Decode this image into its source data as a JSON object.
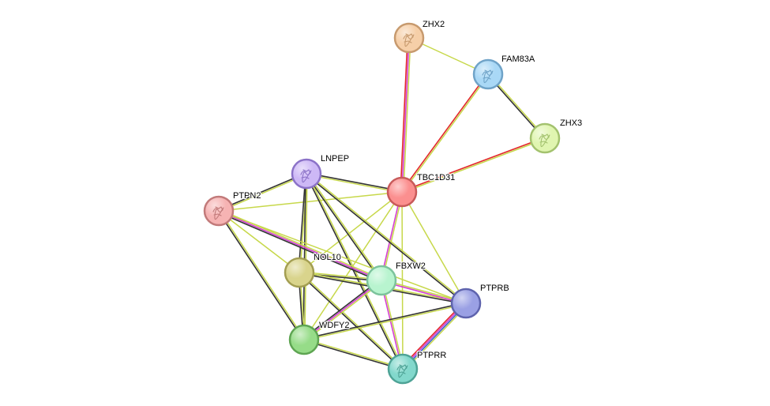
{
  "network": {
    "evidence_colors": {
      "textmining": "#c7d84a",
      "coexpression": "#333333",
      "experiments": "#d43fd4",
      "database": "#3a63c8",
      "fusion": "#e2282b",
      "neighborhood": "#2ea52e",
      "cooccurrence": "#4a6cd6"
    },
    "nodes": [
      {
        "id": "ZHX2",
        "label": "ZHX2",
        "color": "#f6cfa8",
        "border": "#c79a6e",
        "structure": true
      },
      {
        "id": "FAM83A",
        "label": "FAM83A",
        "color": "#a9d8f6",
        "border": "#6fa3c8",
        "structure": true
      },
      {
        "id": "ZHX3",
        "label": "ZHX3",
        "color": "#e0f5b0",
        "border": "#a3c26e",
        "structure": true
      },
      {
        "id": "TBC1D31",
        "label": "TBC1D31",
        "color": "#fb8f8f",
        "border": "#c85a5a",
        "structure": false
      },
      {
        "id": "LNPEP",
        "label": "LNPEP",
        "color": "#cdb8f6",
        "border": "#8b72c8",
        "structure": true
      },
      {
        "id": "PTPN2",
        "label": "PTPN2",
        "color": "#f6b3b3",
        "border": "#c27a7a",
        "structure": true
      },
      {
        "id": "NOL10",
        "label": "NOL10",
        "color": "#d9d48c",
        "border": "#a39e52",
        "structure": false
      },
      {
        "id": "FBXW2",
        "label": "FBXW2",
        "color": "#b8f4cf",
        "border": "#7cc39c",
        "structure": false
      },
      {
        "id": "PTPRB",
        "label": "PTPRB",
        "color": "#9aa0e4",
        "border": "#5e63ad",
        "structure": false
      },
      {
        "id": "WDFY2",
        "label": "WDFY2",
        "color": "#96dc88",
        "border": "#5ea552",
        "structure": false
      },
      {
        "id": "PTPRR",
        "label": "PTPRR",
        "color": "#82d8cc",
        "border": "#4ea396",
        "structure": true
      }
    ],
    "edges": [
      {
        "source": "ZHX2",
        "target": "TBC1D31",
        "evidence": [
          "textmining",
          "experiments",
          "fusion"
        ]
      },
      {
        "source": "ZHX2",
        "target": "FAM83A",
        "evidence": [
          "textmining"
        ]
      },
      {
        "source": "FAM83A",
        "target": "TBC1D31",
        "evidence": [
          "textmining",
          "fusion"
        ]
      },
      {
        "source": "FAM83A",
        "target": "ZHX3",
        "evidence": [
          "textmining",
          "coexpression"
        ]
      },
      {
        "source": "ZHX3",
        "target": "TBC1D31",
        "evidence": [
          "textmining",
          "fusion"
        ]
      },
      {
        "source": "TBC1D31",
        "target": "LNPEP",
        "evidence": [
          "textmining",
          "coexpression"
        ]
      },
      {
        "source": "TBC1D31",
        "target": "PTPN2",
        "evidence": [
          "textmining"
        ]
      },
      {
        "source": "TBC1D31",
        "target": "NOL10",
        "evidence": [
          "textmining"
        ]
      },
      {
        "source": "TBC1D31",
        "target": "FBXW2",
        "evidence": [
          "textmining",
          "experiments"
        ]
      },
      {
        "source": "TBC1D31",
        "target": "PTPRB",
        "evidence": [
          "textmining"
        ]
      },
      {
        "source": "TBC1D31",
        "target": "WDFY2",
        "evidence": [
          "textmining"
        ]
      },
      {
        "source": "TBC1D31",
        "target": "PTPRR",
        "evidence": [
          "textmining"
        ]
      },
      {
        "source": "LNPEP",
        "target": "PTPN2",
        "evidence": [
          "textmining",
          "coexpression"
        ]
      },
      {
        "source": "LNPEP",
        "target": "NOL10",
        "evidence": [
          "textmining",
          "coexpression"
        ]
      },
      {
        "source": "LNPEP",
        "target": "FBXW2",
        "evidence": [
          "textmining",
          "coexpression"
        ]
      },
      {
        "source": "LNPEP",
        "target": "PTPRB",
        "evidence": [
          "textmining",
          "coexpression"
        ]
      },
      {
        "source": "LNPEP",
        "target": "WDFY2",
        "evidence": [
          "textmining",
          "coexpression"
        ]
      },
      {
        "source": "LNPEP",
        "target": "PTPRR",
        "evidence": [
          "textmining",
          "coexpression"
        ]
      },
      {
        "source": "PTPN2",
        "target": "NOL10",
        "evidence": [
          "textmining"
        ]
      },
      {
        "source": "PTPN2",
        "target": "FBXW2",
        "evidence": [
          "textmining",
          "experiments",
          "coexpression"
        ]
      },
      {
        "source": "PTPN2",
        "target": "PTPRB",
        "evidence": [
          "textmining"
        ]
      },
      {
        "source": "PTPN2",
        "target": "WDFY2",
        "evidence": [
          "textmining",
          "coexpression"
        ]
      },
      {
        "source": "NOL10",
        "target": "FBXW2",
        "evidence": [
          "textmining",
          "coexpression"
        ]
      },
      {
        "source": "NOL10",
        "target": "PTPRB",
        "evidence": [
          "textmining",
          "coexpression"
        ]
      },
      {
        "source": "NOL10",
        "target": "WDFY2",
        "evidence": [
          "textmining",
          "coexpression"
        ]
      },
      {
        "source": "NOL10",
        "target": "PTPRR",
        "evidence": [
          "textmining",
          "coexpression"
        ]
      },
      {
        "source": "FBXW2",
        "target": "PTPRB",
        "evidence": [
          "textmining",
          "experiments"
        ]
      },
      {
        "source": "FBXW2",
        "target": "WDFY2",
        "evidence": [
          "textmining",
          "experiments",
          "coexpression"
        ]
      },
      {
        "source": "FBXW2",
        "target": "PTPRR",
        "evidence": [
          "textmining",
          "experiments"
        ]
      },
      {
        "source": "PTPRB",
        "target": "WDFY2",
        "evidence": [
          "textmining",
          "coexpression"
        ]
      },
      {
        "source": "PTPRB",
        "target": "PTPRR",
        "evidence": [
          "textmining",
          "database",
          "experiments",
          "fusion"
        ]
      },
      {
        "source": "WDFY2",
        "target": "PTPRR",
        "evidence": [
          "textmining",
          "coexpression"
        ]
      }
    ]
  }
}
